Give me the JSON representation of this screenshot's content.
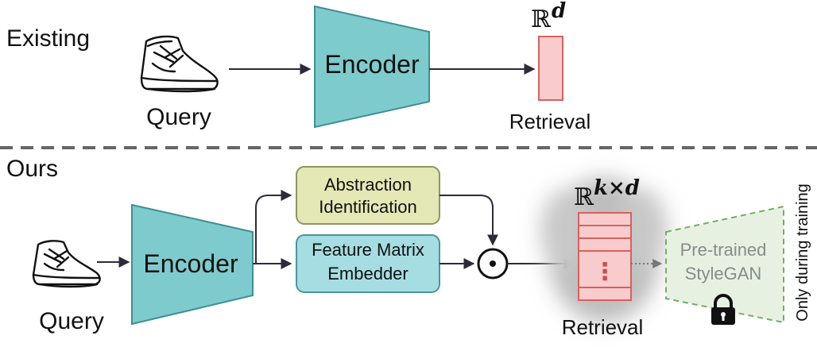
{
  "top": {
    "section_label": "Existing",
    "query_label": "Query",
    "encoder_label": "Encoder",
    "retrieval_label": "Retrieval",
    "space_symbol": "ℝ",
    "space_exponent": "d"
  },
  "bottom": {
    "section_label": "Ours",
    "query_label": "Query",
    "encoder_label": "Encoder",
    "abstraction_box": {
      "line1": "Abstraction",
      "line2": "Identification"
    },
    "feature_box": {
      "line1": "Feature Matrix",
      "line2": "Embedder"
    },
    "hadamard_symbol": "⊙",
    "space_symbol": "ℝ",
    "space_exponent": "k×d",
    "retrieval_label": "Retrieval",
    "matrix_dots": "⋮",
    "stylegan_box": {
      "line1": "Pre-trained",
      "line2": "StyleGAN"
    },
    "side_note": "Only during training",
    "lock_icon": "lock-icon"
  },
  "colors": {
    "encoder_fill": "#7ecbcd",
    "encoder_stroke": "#3e8f93",
    "vector_fill": "#f8cccc",
    "vector_stroke": "#d86060",
    "abstraction_fill": "#e3e8b5",
    "abstraction_stroke": "#8d9660",
    "feature_fill": "#a6dde2",
    "feature_stroke": "#4a969b",
    "stylegan_fill": "#e7f1e1",
    "stylegan_stroke": "#72b061",
    "arrow": "#2b2b3b",
    "separator": "#666666",
    "matrix_dots": "#d24a4a"
  }
}
